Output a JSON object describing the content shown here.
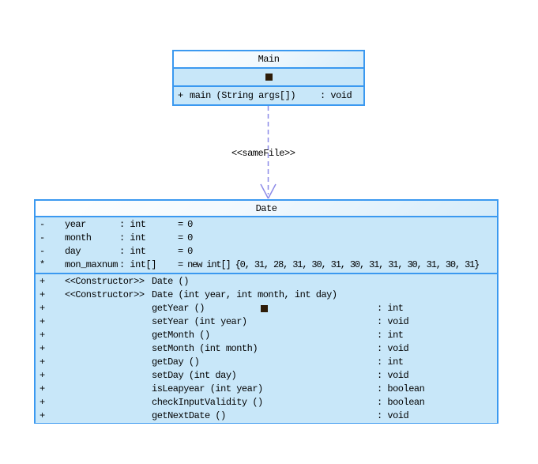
{
  "diagram": {
    "colors": {
      "box_border": "#3b99f0",
      "box_body": "#c8e7f9",
      "header_gradient_start": "#ffffff",
      "header_gradient_end": "#d5ecfa",
      "arrow": "#8d8be8",
      "selection_marker": "#2e1c08",
      "text": "#000000"
    },
    "main_class": {
      "name": "Main",
      "methods": [
        {
          "vis": "+",
          "signature": "main (String args[])",
          "ret": ": void"
        }
      ]
    },
    "relation": {
      "label": "<<sameFile>>",
      "style": "dashed-open-arrow"
    },
    "date_class": {
      "name": "Date",
      "attributes": [
        {
          "vis": "-",
          "name": "year",
          "type": ": int",
          "value": "= 0"
        },
        {
          "vis": "-",
          "name": "month",
          "type": ": int",
          "value": "= 0"
        },
        {
          "vis": "-",
          "name": "day",
          "type": ": int",
          "value": "= 0"
        },
        {
          "vis": "*",
          "name": "mon_maxnum",
          "type": ": int[]",
          "value": "= new int[] {0, 31, 28, 31, 30, 31, 30, 31, 31, 30, 31, 30, 31}"
        }
      ],
      "methods": [
        {
          "vis": "+",
          "stereotype": "<<Constructor>>",
          "name": "Date ()",
          "ret": ""
        },
        {
          "vis": "+",
          "stereotype": "<<Constructor>>",
          "name": "Date (int year, int month, int day)",
          "ret": ""
        },
        {
          "vis": "+",
          "stereotype": "",
          "name": "getYear ()",
          "ret": ": int",
          "marker": true
        },
        {
          "vis": "+",
          "stereotype": "",
          "name": "setYear (int year)",
          "ret": ": void"
        },
        {
          "vis": "+",
          "stereotype": "",
          "name": "getMonth ()",
          "ret": ": int"
        },
        {
          "vis": "+",
          "stereotype": "",
          "name": "setMonth (int month)",
          "ret": ": void"
        },
        {
          "vis": "+",
          "stereotype": "",
          "name": "getDay ()",
          "ret": ": int"
        },
        {
          "vis": "+",
          "stereotype": "",
          "name": "setDay (int day)",
          "ret": ": void"
        },
        {
          "vis": "+",
          "stereotype": "",
          "name": "isLeapyear (int year)",
          "ret": ": boolean"
        },
        {
          "vis": "+",
          "stereotype": "",
          "name": "checkInputValidity ()",
          "ret": ": boolean"
        },
        {
          "vis": "+",
          "stereotype": "",
          "name": "getNextDate ()",
          "ret": ": void"
        }
      ]
    }
  }
}
